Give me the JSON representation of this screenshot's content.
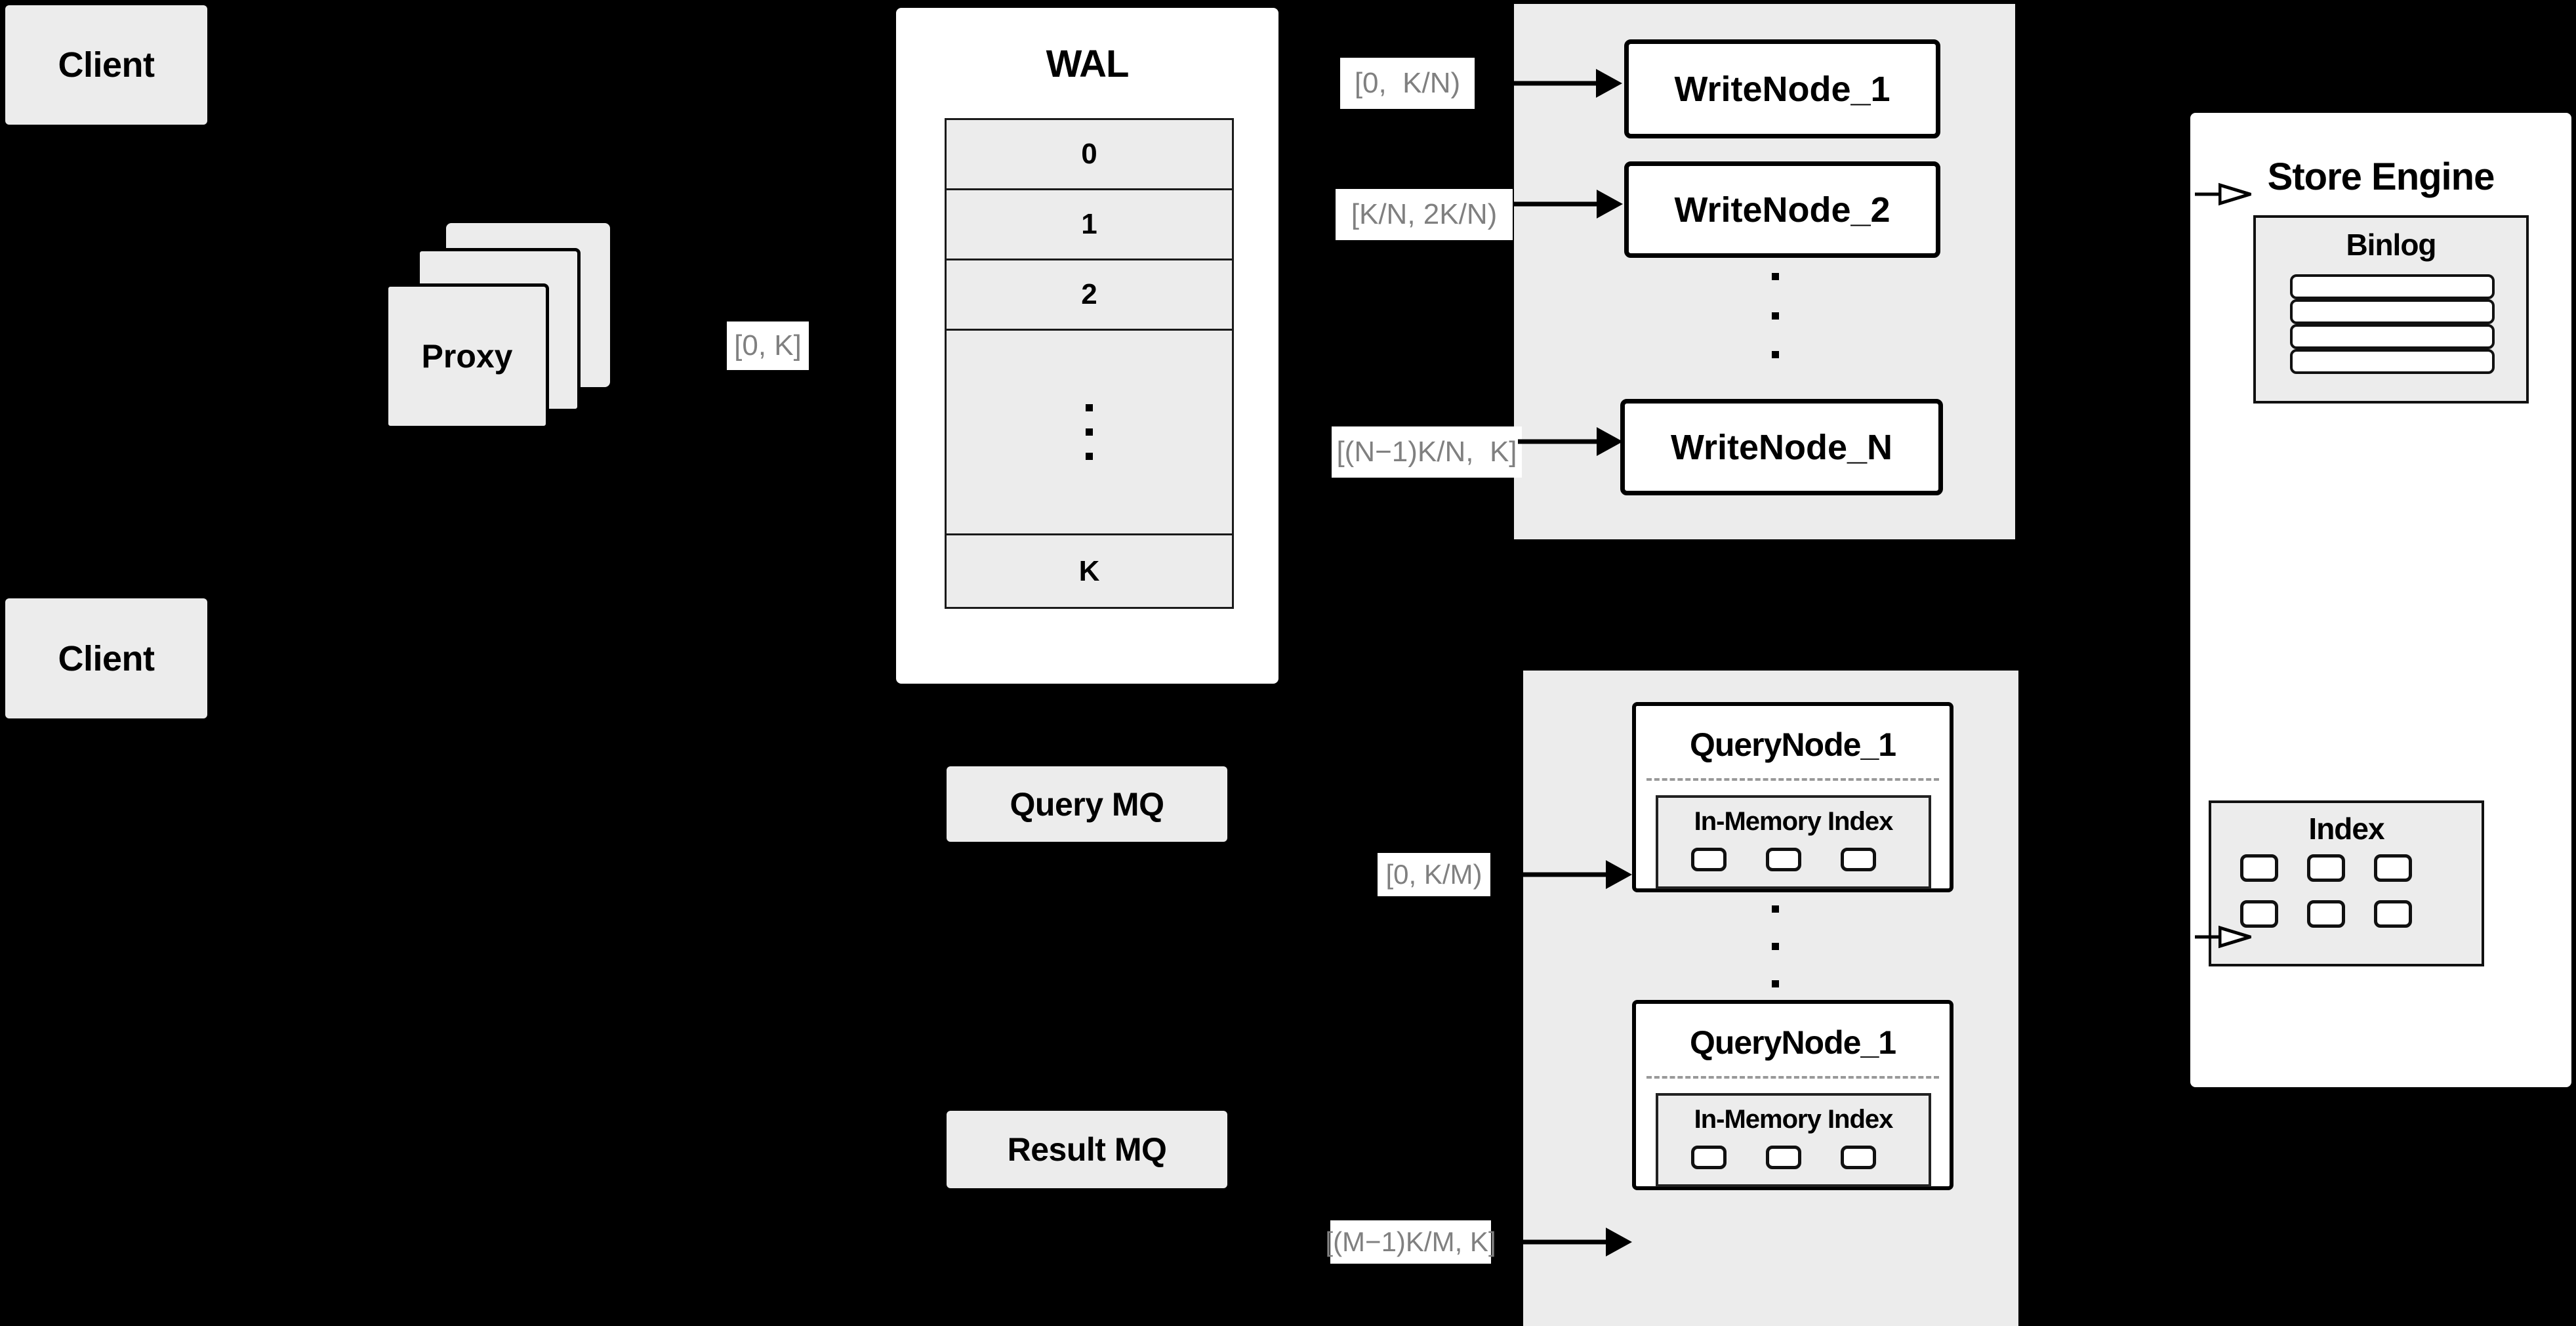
{
  "diagram": {
    "title": "Distributed Write/Query Architecture",
    "background_color": "#000000",
    "node_fill": "#ececec",
    "container_fill": "#ffffff",
    "label_text_color": "#808080"
  },
  "clients": [
    {
      "label": "Client"
    },
    {
      "label": "Client"
    }
  ],
  "proxy": {
    "label": "Proxy",
    "stack_count": 3,
    "out_range_label": "[0, K]"
  },
  "wal": {
    "title": "WAL",
    "rows": [
      "0",
      "1",
      "2",
      "⋮",
      "K"
    ],
    "ellipsis_row_index": 3
  },
  "write_group": {
    "nodes": [
      {
        "label": "WriteNode_1",
        "range_label": "[0,  K/N)"
      },
      {
        "label": "WriteNode_2",
        "range_label": "[K/N, 2K/N)"
      },
      {
        "label": "WriteNode_N",
        "range_label": "[(N−1)K/N,  K]"
      }
    ],
    "ellipsis": "⋮"
  },
  "message_queues": [
    {
      "label": "Query MQ"
    },
    {
      "label": "Result MQ"
    }
  ],
  "query_group": {
    "nodes": [
      {
        "label": "QueryNode_1",
        "range_label": "[0, K/M)",
        "index_panel_title": "In-Memory Index",
        "index_cells": 3
      },
      {
        "label": "QueryNode_1",
        "range_label": "[(M−1)K/M, K]",
        "index_panel_title": "In-Memory Index",
        "index_cells": 3
      }
    ],
    "ellipsis": "⋮"
  },
  "store_engine": {
    "title": "Store Engine",
    "binlog": {
      "title": "Binlog",
      "row_count": 4
    },
    "index": {
      "title": "Index",
      "rows": 2,
      "cols": 3
    }
  }
}
